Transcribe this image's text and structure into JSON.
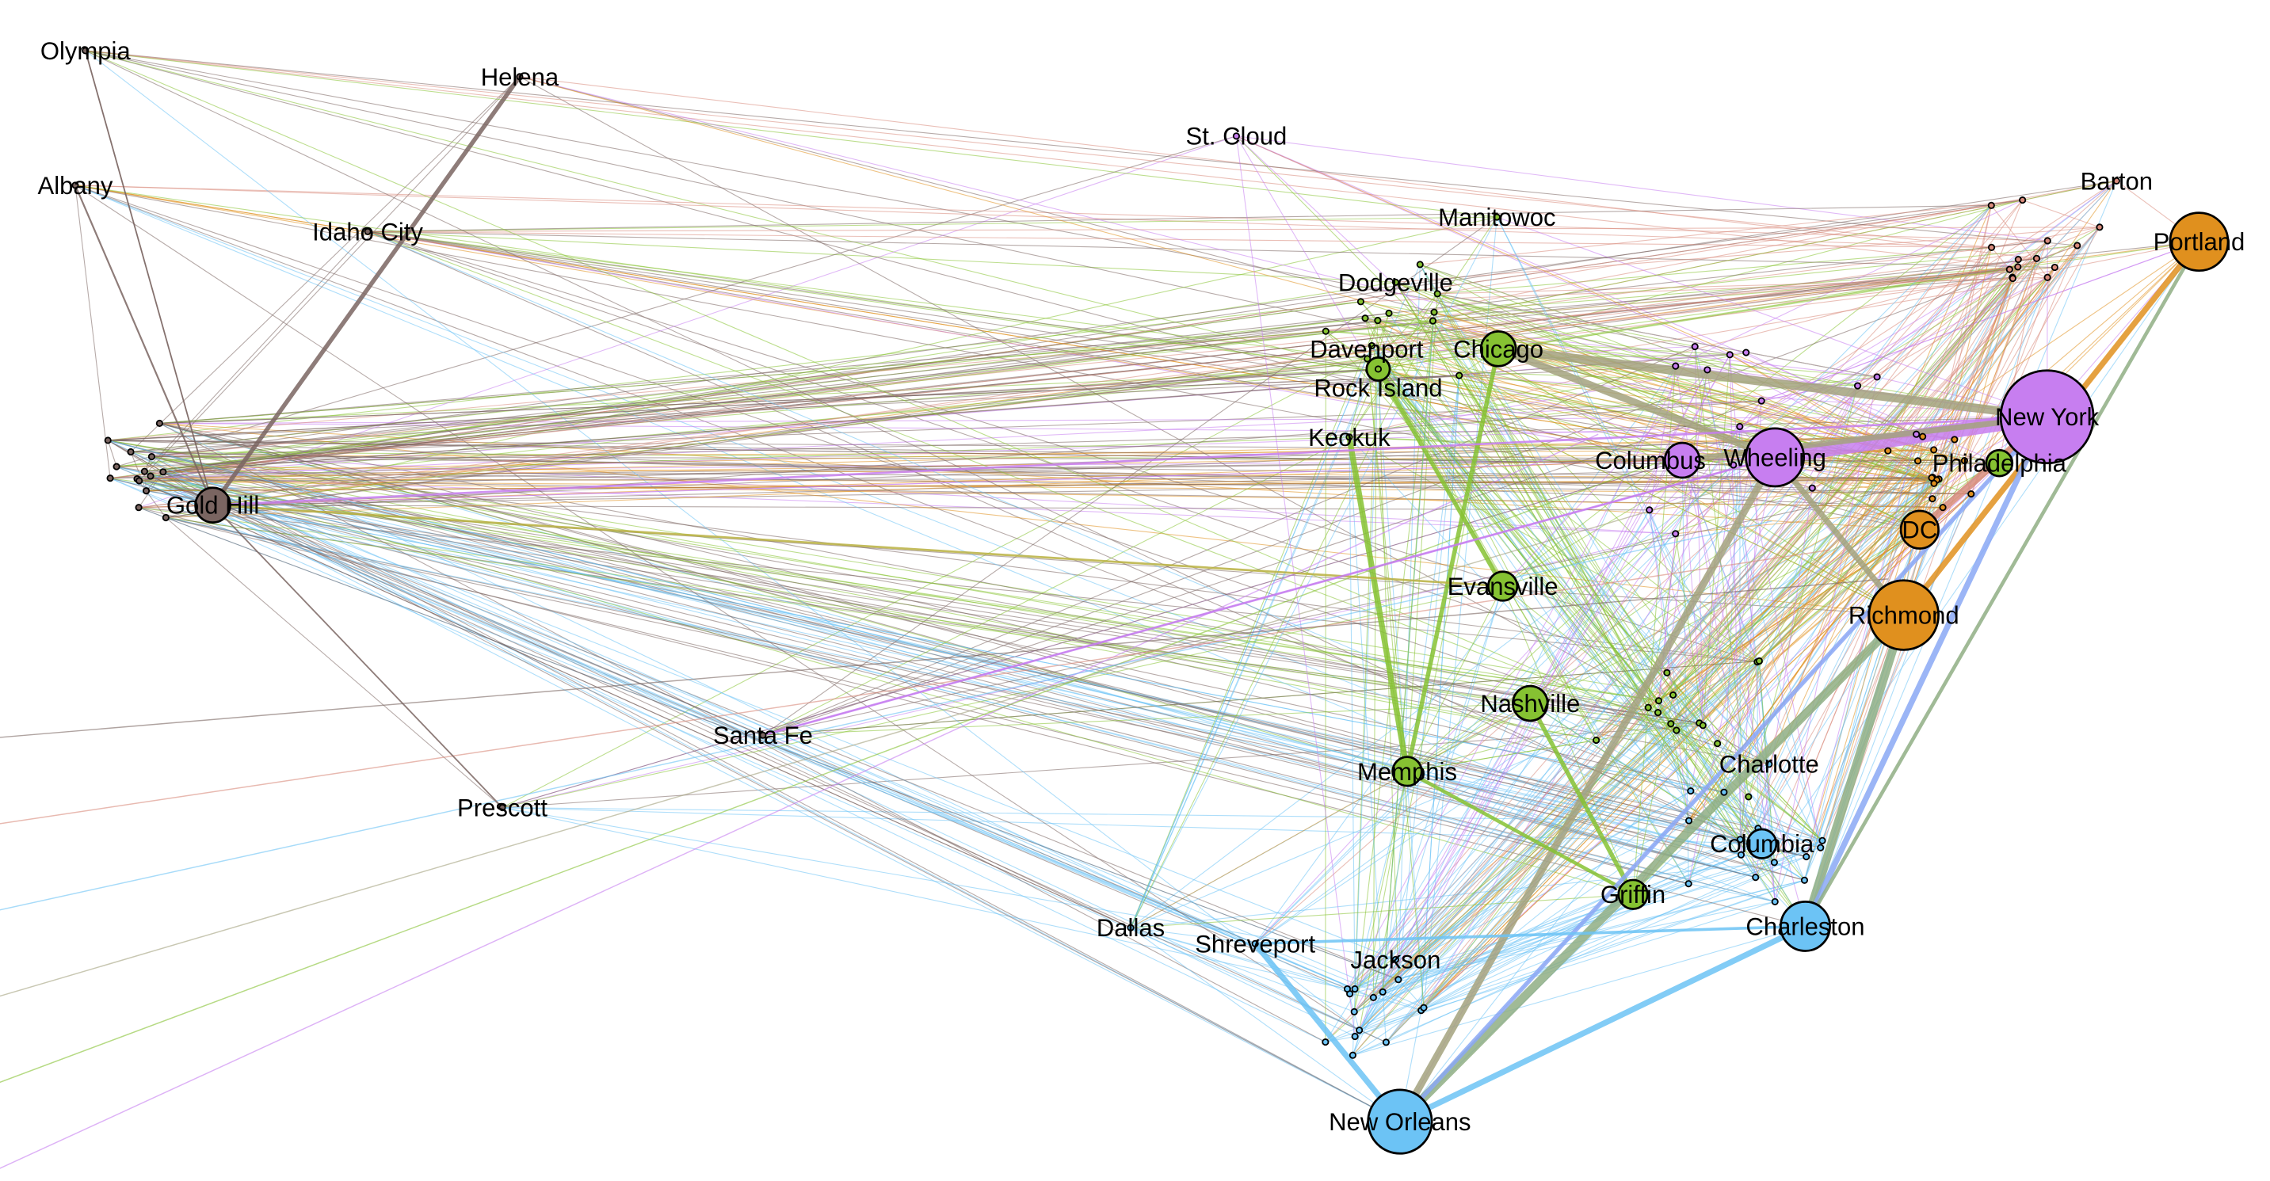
{
  "graph": {
    "colors": {
      "north": "#c77ef0",
      "west_central": "#86c232",
      "east": "#e0901e",
      "south": "#6cc3f5",
      "far_west": "#7a6561",
      "trunk": "#a3a27e",
      "southern_trunk": "#8fae84",
      "salmon": "#d98b7c",
      "blue_edge": "#8aa8f5"
    },
    "nodes": [
      {
        "id": "new-york",
        "label": "New York",
        "group": "north"
      },
      {
        "id": "wheeling",
        "label": "Wheeling",
        "group": "north"
      },
      {
        "id": "columbus",
        "label": "Columbus",
        "group": "north"
      },
      {
        "id": "philadelphia",
        "label": "Philadelphia",
        "group": "west_central"
      },
      {
        "id": "dc",
        "label": "DC",
        "group": "east"
      },
      {
        "id": "richmond",
        "label": "Richmond",
        "group": "east"
      },
      {
        "id": "portland",
        "label": "Portland",
        "group": "east"
      },
      {
        "id": "barton",
        "label": "Barton",
        "group": "salmon"
      },
      {
        "id": "chicago",
        "label": "Chicago",
        "group": "west_central"
      },
      {
        "id": "davenport",
        "label": "Davenport",
        "group": "west_central"
      },
      {
        "id": "rock-island",
        "label": "Rock Island",
        "group": "west_central"
      },
      {
        "id": "keokuk",
        "label": "Keokuk",
        "group": "west_central"
      },
      {
        "id": "evansville",
        "label": "Evansville",
        "group": "west_central"
      },
      {
        "id": "nashville",
        "label": "Nashville",
        "group": "west_central"
      },
      {
        "id": "memphis",
        "label": "Memphis",
        "group": "west_central"
      },
      {
        "id": "griffin",
        "label": "Griffin",
        "group": "west_central"
      },
      {
        "id": "charlotte",
        "label": "Charlotte",
        "group": "south"
      },
      {
        "id": "columbia",
        "label": "Columbia",
        "group": "south"
      },
      {
        "id": "charleston",
        "label": "Charleston",
        "group": "south"
      },
      {
        "id": "new-orleans",
        "label": "New Orleans",
        "group": "south"
      },
      {
        "id": "shreveport",
        "label": "Shreveport",
        "group": "south"
      },
      {
        "id": "jackson",
        "label": "Jackson",
        "group": "south"
      },
      {
        "id": "dallas",
        "label": "Dallas",
        "group": "south"
      },
      {
        "id": "st-cloud",
        "label": "St. Cloud",
        "group": "north"
      },
      {
        "id": "manitowoc",
        "label": "Manitowoc",
        "group": "west_central"
      },
      {
        "id": "dodgeville",
        "label": "Dodgeville",
        "group": "west_central"
      },
      {
        "id": "gold-hill",
        "label": "Gold Hill",
        "group": "far_west"
      },
      {
        "id": "helena",
        "label": "Helena",
        "group": "far_west"
      },
      {
        "id": "olympia",
        "label": "Olympia",
        "group": "far_west"
      },
      {
        "id": "albany",
        "label": "Albany",
        "group": "far_west"
      },
      {
        "id": "idaho-city",
        "label": "Idaho City",
        "group": "far_west"
      },
      {
        "id": "santa-fe",
        "label": "Santa Fe",
        "group": "far_west"
      },
      {
        "id": "prescott",
        "label": "Prescott",
        "group": "far_west"
      }
    ]
  }
}
